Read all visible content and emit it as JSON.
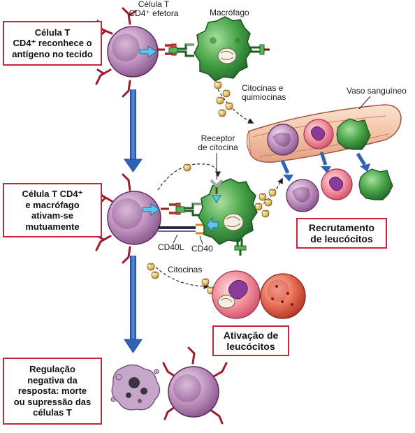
{
  "steps": {
    "step1": [
      "Célula T",
      "CD4⁺ reconhece o",
      "antígeno no tecido"
    ],
    "step2": [
      "Célula T CD4⁺",
      "e macrófago",
      "ativam-se",
      "mutuamente"
    ],
    "step3": [
      "Regulação",
      "negativa da",
      "resposta: morte",
      "ou supressão das",
      "células T"
    ]
  },
  "outcomes": {
    "recruitment": [
      "Recrutamento",
      "de leucócitos"
    ],
    "activation": [
      "Ativação de",
      "leucócitos"
    ]
  },
  "labels": {
    "t_cell": [
      "Célula T",
      "CD4⁺ efetora"
    ],
    "macrophage": "Macrófago",
    "cytokines_chemokines": [
      "Citocinas e",
      "quimiocinas"
    ],
    "blood_vessel": "Vaso sanguíneo",
    "cytokine_receptor": [
      "Receptor",
      "de citocina"
    ],
    "cd40l": "CD40L",
    "cd40": "CD40",
    "cytokines": "Citocinas"
  },
  "colors": {
    "box_border": "#c8243a",
    "arrow_blue": "#2f63b6",
    "t_cell_purple": "#b58ab6",
    "macrophage_green": "#3f9a43",
    "neutrophil_pink": "#e07a92",
    "receptor_red": "#b52a2a",
    "cytokine_gold": "#d9b25a"
  },
  "icons": [
    "t-cell",
    "macrophage",
    "neutrophil",
    "monocyte",
    "blood-vessel",
    "apoptotic-cell",
    "cytokine-droplet"
  ]
}
